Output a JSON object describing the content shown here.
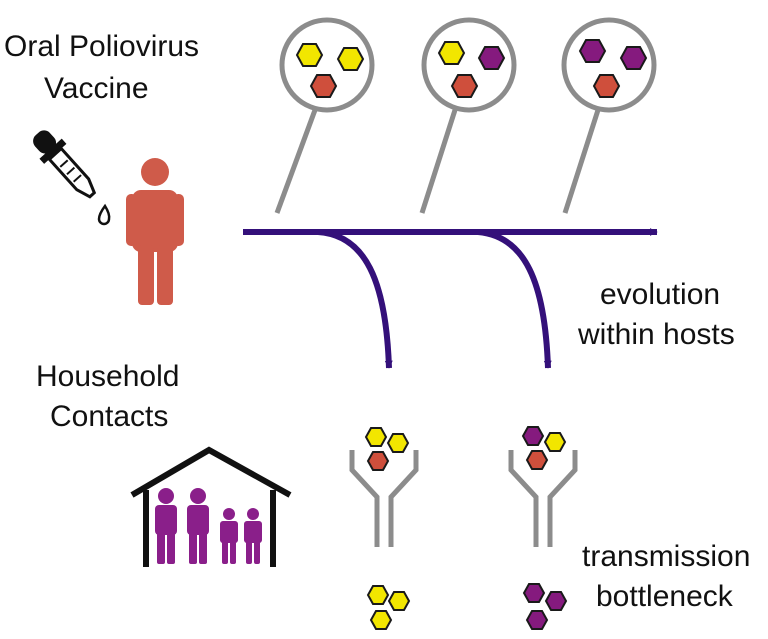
{
  "labels": {
    "vaccine_line1": "Oral Poliovirus",
    "vaccine_line2": "Vaccine",
    "contacts_line1": "Household",
    "contacts_line2": "Contacts",
    "evolution_line1": "evolution",
    "evolution_line2": "within hosts",
    "bottleneck_line1": "transmission",
    "bottleneck_line2": "bottleneck"
  },
  "colors": {
    "yellow": "#f2e600",
    "red": "#cf4f3c",
    "purple": "#851a7e",
    "arrow": "#34107a",
    "person": "#cf5b4a",
    "household": "#8a1f8a",
    "line": "#8c8c8c",
    "outline": "#1a1a1a"
  },
  "icons": {
    "dropper": "dropper-icon",
    "person": "person-icon",
    "house": "house-icon",
    "magnifier": "magnifier-icon",
    "virus": "hexagon-virion-icon",
    "receptor": "receptor-icon"
  }
}
